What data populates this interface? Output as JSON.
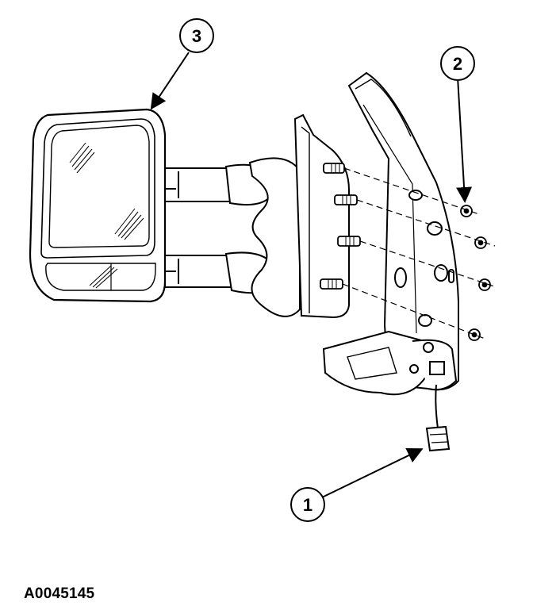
{
  "callouts": {
    "one": "1",
    "two": "2",
    "three": "3"
  },
  "figure_id": "A0045145"
}
